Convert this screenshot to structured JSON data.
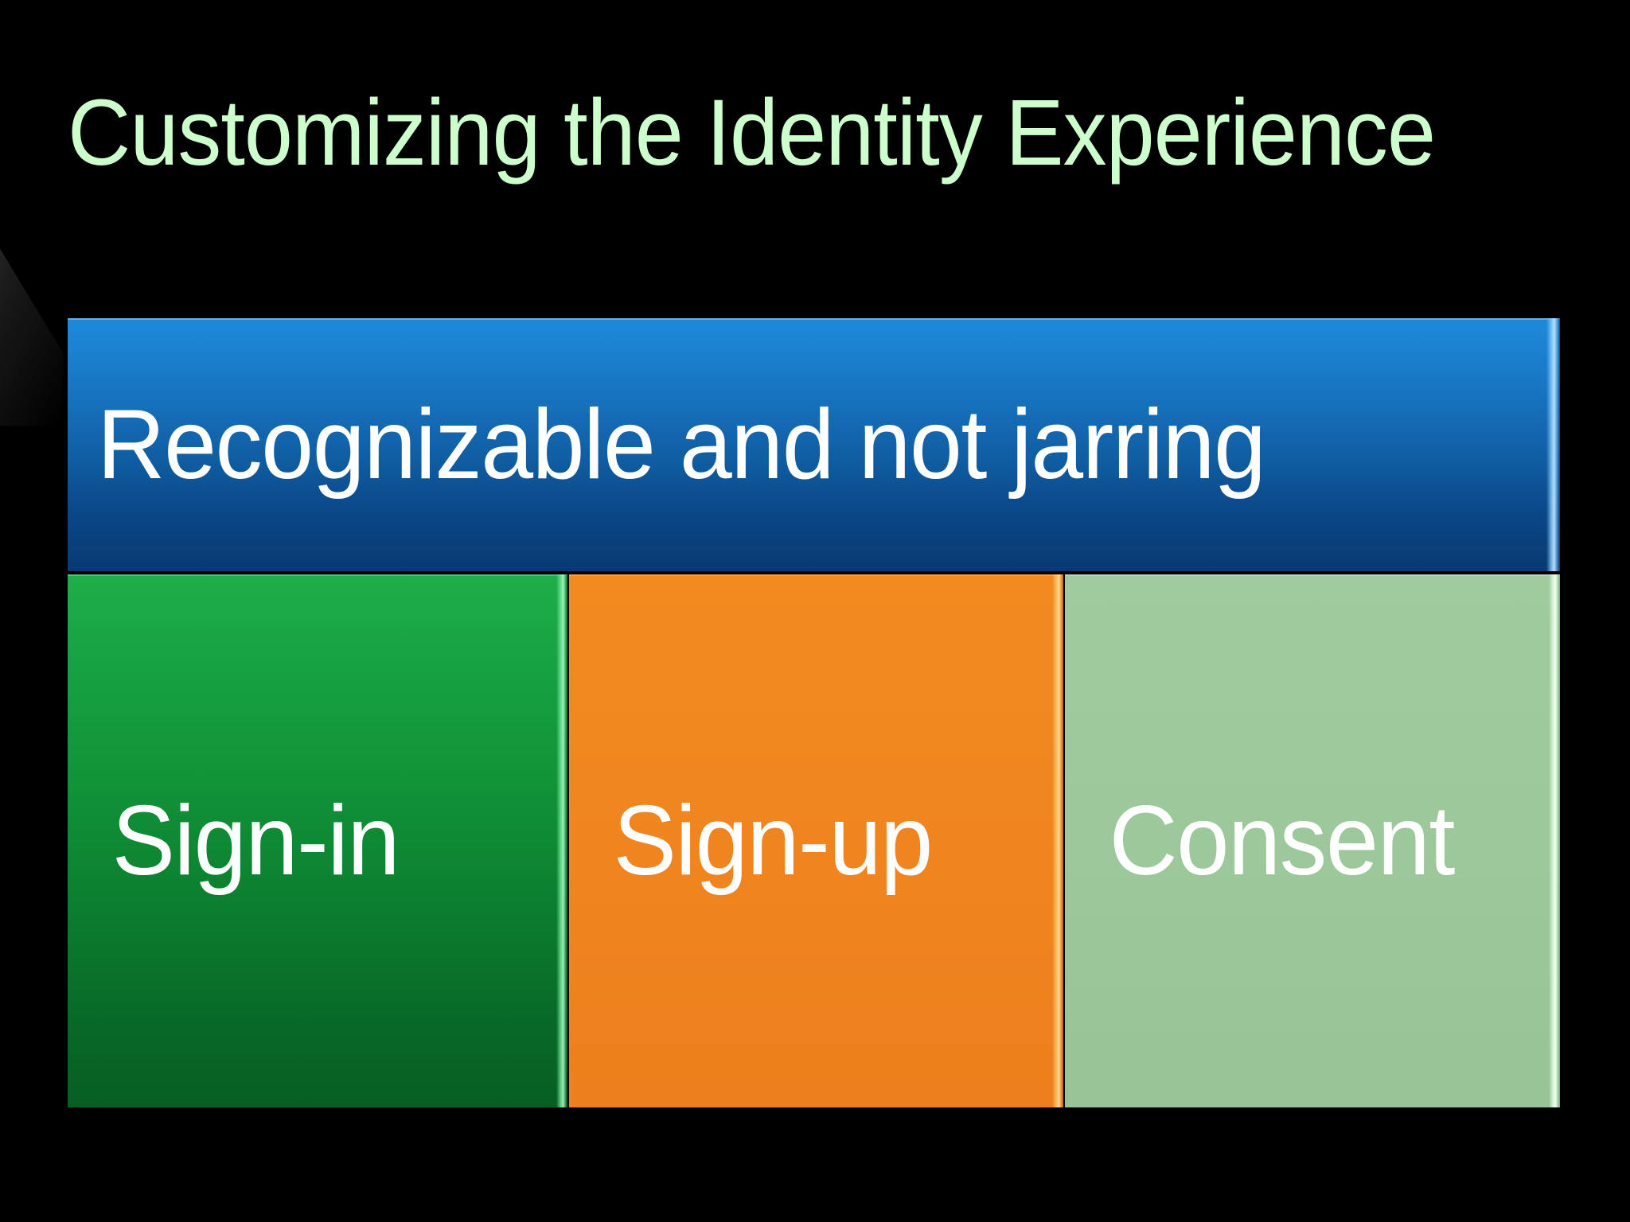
{
  "slide": {
    "title": "Customizing the Identity Experience",
    "background_color": "#000000",
    "title_color": "#CCFFCC"
  },
  "diagram": {
    "banner": {
      "label": "Recognizable and not jarring",
      "text_color": "#FFFFFF",
      "fill_top_color": "#1F8ADA",
      "fill_bottom_color": "#083A72"
    },
    "boxes": [
      {
        "label": "Sign-in",
        "text_color": "#FFFFFF",
        "fill_top_color": "#1FAE4A",
        "fill_bottom_color": "#075E23"
      },
      {
        "label": "Sign-up",
        "text_color": "#FFFFFF",
        "fill_top_color": "#F28A20",
        "fill_bottom_color": "#ED7F1C"
      },
      {
        "label": "Consent",
        "text_color": "#FFFFFF",
        "fill_top_color": "#A0CB9F",
        "fill_bottom_color": "#97C397"
      }
    ]
  }
}
